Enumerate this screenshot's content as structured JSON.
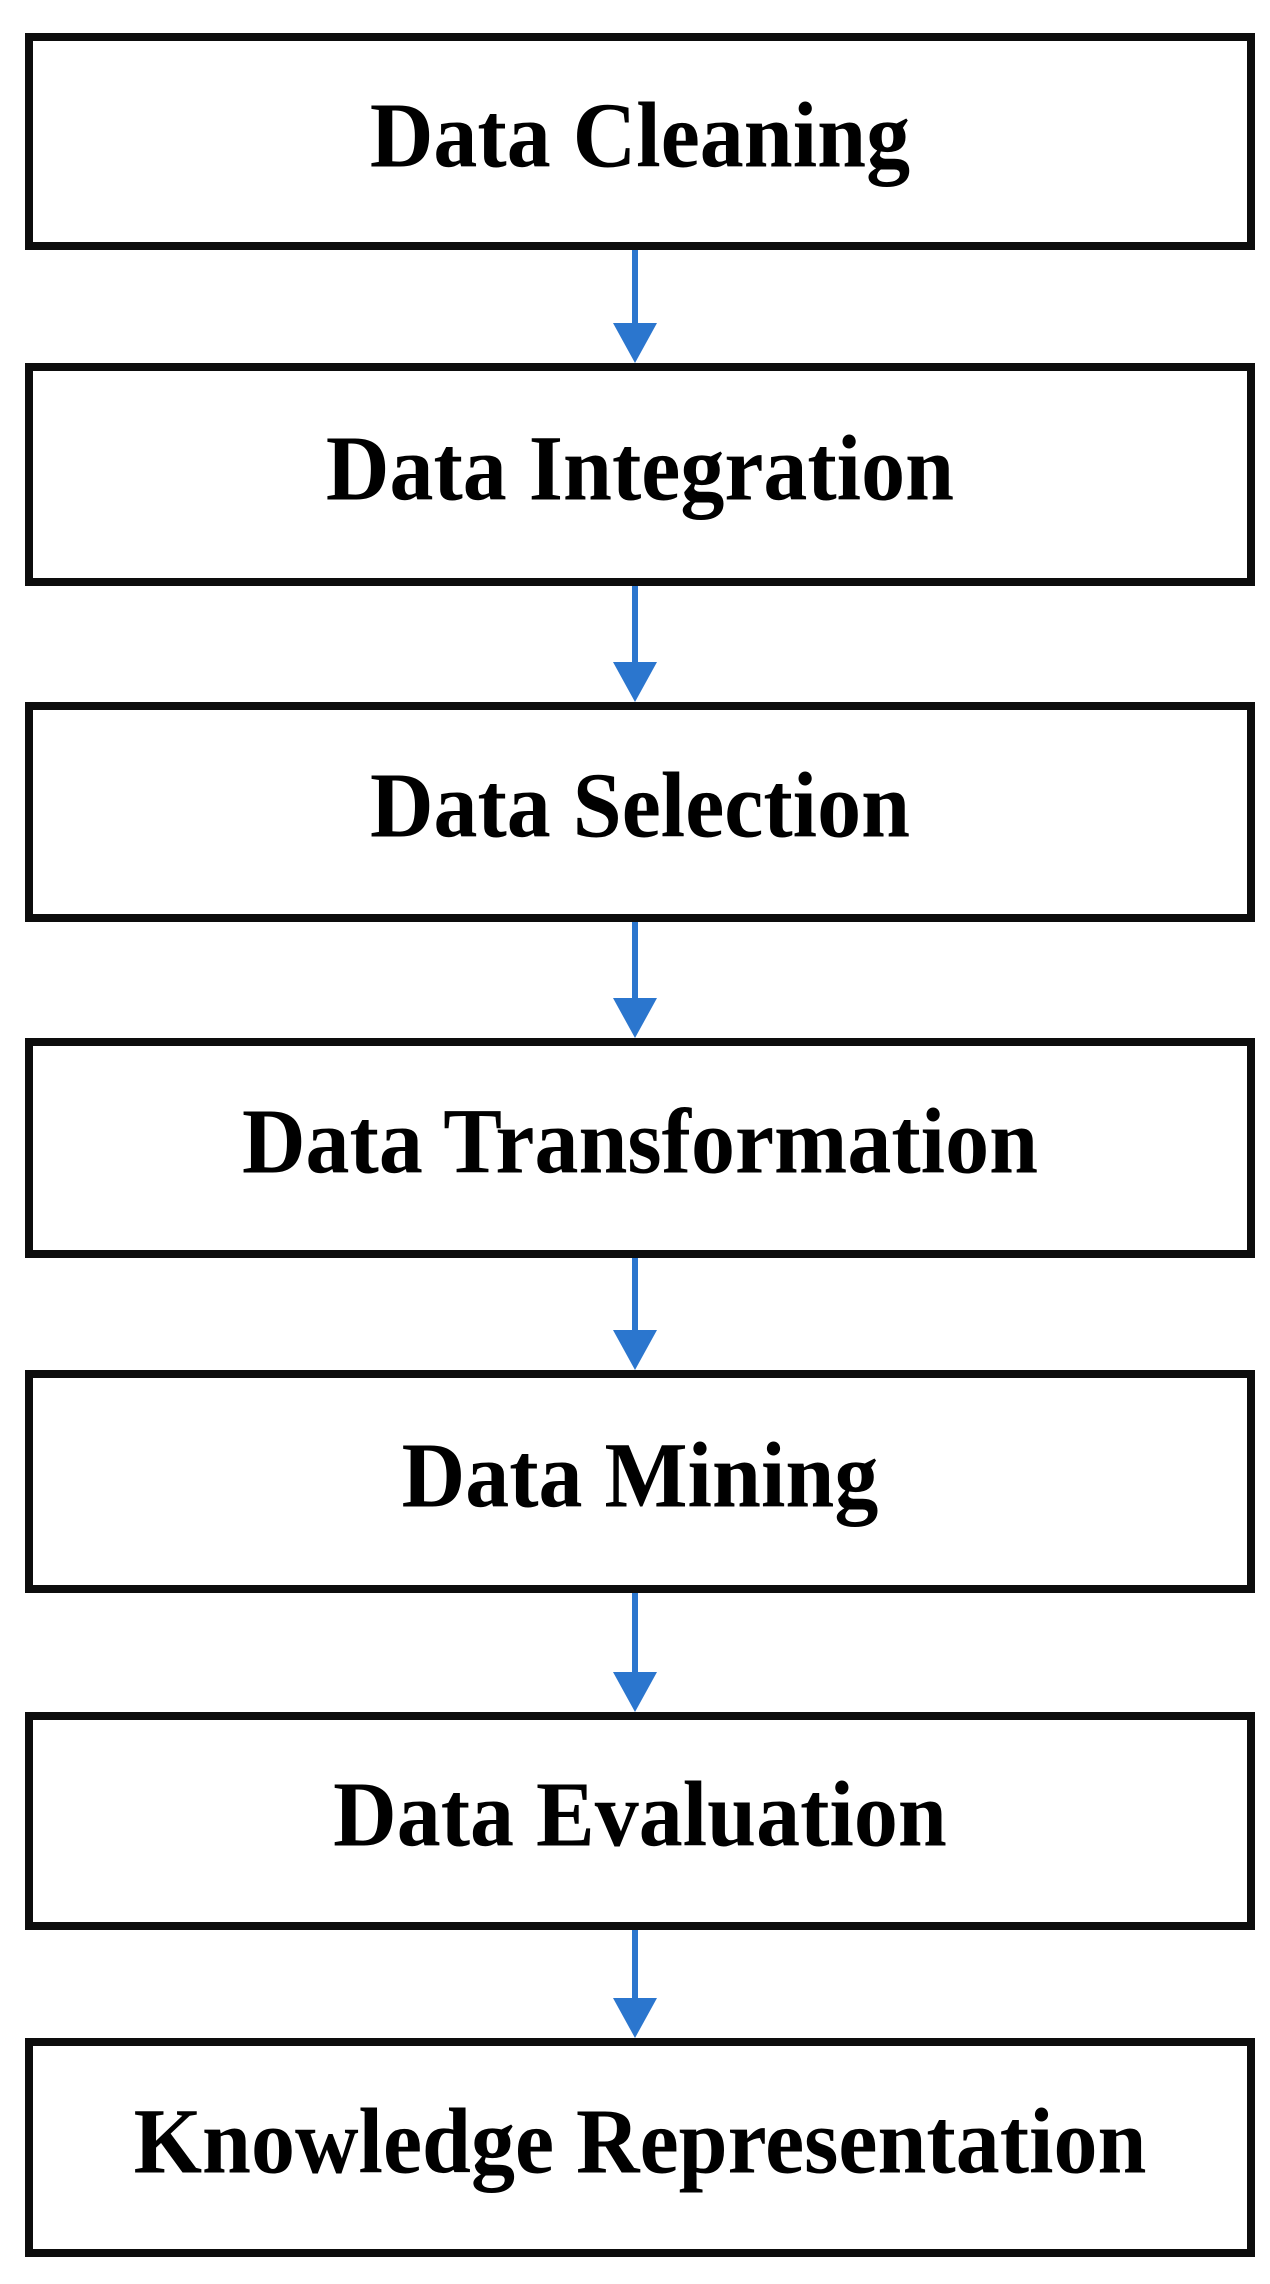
{
  "diagram": {
    "type": "flowchart",
    "direction": "top-down",
    "steps": [
      {
        "label": "Data Cleaning"
      },
      {
        "label": "Data Integration"
      },
      {
        "label": "Data Selection"
      },
      {
        "label": "Data Transformation"
      },
      {
        "label": "Data Mining"
      },
      {
        "label": "Data Evaluation"
      },
      {
        "label": "Knowledge Representation"
      }
    ],
    "connectors": [
      {
        "from": "Data Cleaning",
        "to": "Data Integration"
      },
      {
        "from": "Data Integration",
        "to": "Data Selection"
      },
      {
        "from": "Data Selection",
        "to": "Data Transformation"
      },
      {
        "from": "Data Transformation",
        "to": "Data Mining"
      },
      {
        "from": "Data Mining",
        "to": "Data Evaluation"
      },
      {
        "from": "Data Evaluation",
        "to": "Knowledge Representation"
      }
    ],
    "colors": {
      "box-border": "#0d0d0d",
      "box-fill": "#ffffff",
      "text": "#000000",
      "arrow": "#2b76ce",
      "background": "#ffffff"
    }
  }
}
